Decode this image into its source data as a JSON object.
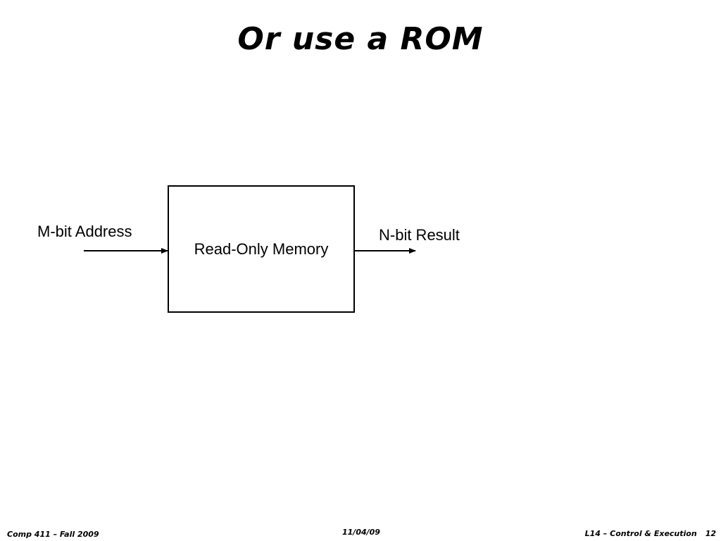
{
  "slide": {
    "title": "Or use a ROM"
  },
  "diagram": {
    "input_label": "M-bit Address",
    "box_label": "Read-Only Memory",
    "output_label": "N-bit Result",
    "stroke_color": "#000000"
  },
  "footer": {
    "left": "Comp 411 – Fall 2009",
    "center": "11/04/09",
    "right": "L14 – Control & Execution",
    "page_number": "12"
  }
}
